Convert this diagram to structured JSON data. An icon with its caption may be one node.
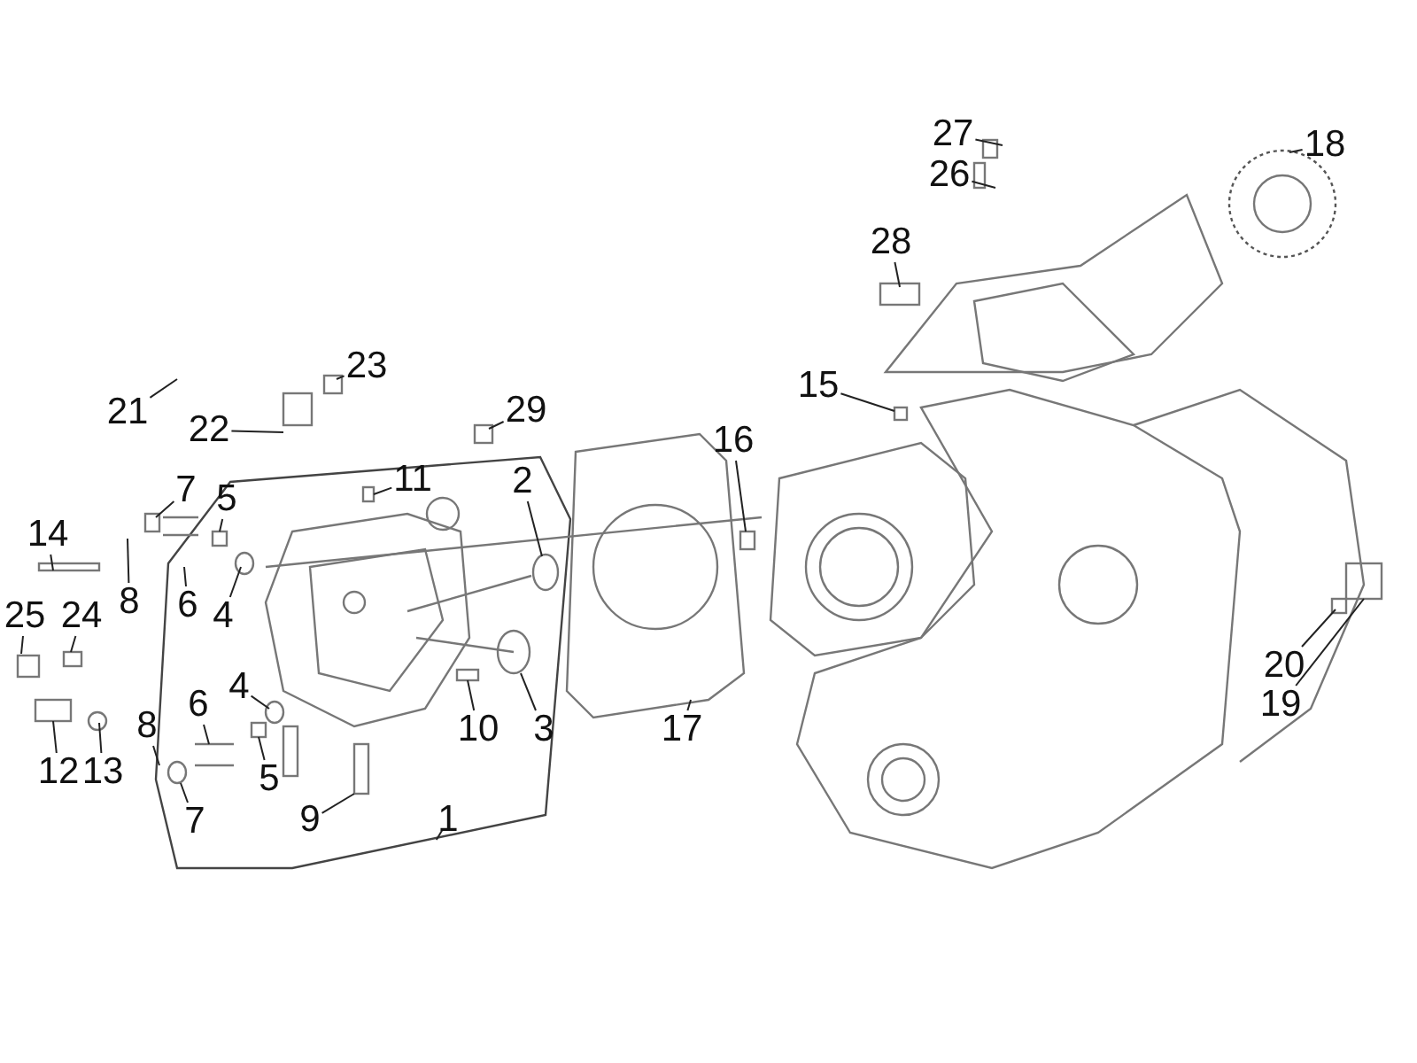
{
  "diagram": {
    "nodes": [
      {
        "text": [
          "27"
        ]
      },
      {
        "text": [
          "26"
        ]
      },
      {
        "text": [
          "18"
        ]
      },
      {
        "text": [
          "28"
        ]
      },
      {
        "text": [
          "21"
        ]
      },
      {
        "text": [
          "22"
        ]
      },
      {
        "text": [
          "23"
        ]
      },
      {
        "text": [
          "29"
        ]
      },
      {
        "text": [
          "11"
        ]
      },
      {
        "text": [
          "2"
        ]
      },
      {
        "text": [
          "7"
        ]
      },
      {
        "text": [
          "5"
        ]
      },
      {
        "text": [
          "14"
        ]
      },
      {
        "text": [
          "8"
        ]
      },
      {
        "text": [
          "6"
        ]
      },
      {
        "text": [
          "4"
        ]
      },
      {
        "text": [
          "16"
        ]
      },
      {
        "text": [
          "15"
        ]
      },
      {
        "text": [
          "25"
        ]
      },
      {
        "text": [
          "24"
        ]
      },
      {
        "text": [
          "20"
        ]
      },
      {
        "text": [
          "19"
        ]
      },
      {
        "text": [
          "3"
        ]
      },
      {
        "text": [
          "10"
        ]
      },
      {
        "text": [
          "17"
        ]
      },
      {
        "text": [
          "4"
        ]
      },
      {
        "text": [
          "6"
        ]
      },
      {
        "text": [
          "12"
        ]
      },
      {
        "text": [
          "13"
        ]
      },
      {
        "text": [
          "5"
        ]
      },
      {
        "text": [
          "8"
        ]
      },
      {
        "text": [
          "7"
        ]
      },
      {
        "text": [
          "9"
        ]
      },
      {
        "text": [
          "1"
        ]
      }
    ],
    "edges": [
      {
        "from": 0,
        "to": null,
        "arrow": "none"
      },
      {
        "from": 1,
        "to": null,
        "arrow": "none"
      },
      {
        "from": 2,
        "to": null,
        "arrow": "none"
      },
      {
        "from": 3,
        "to": null,
        "arrow": "none"
      },
      {
        "from": 4,
        "to": null,
        "arrow": "none"
      },
      {
        "from": 5,
        "to": null,
        "arrow": "none"
      },
      {
        "from": 6,
        "to": null,
        "arrow": "none"
      },
      {
        "from": 7,
        "to": null,
        "arrow": "none"
      },
      {
        "from": 8,
        "to": null,
        "arrow": "none"
      },
      {
        "from": 9,
        "to": null,
        "arrow": "none"
      },
      {
        "from": 10,
        "to": null,
        "arrow": "none"
      },
      {
        "from": 11,
        "to": null,
        "arrow": "none"
      },
      {
        "from": 12,
        "to": null,
        "arrow": "none"
      },
      {
        "from": 13,
        "to": null,
        "arrow": "none"
      },
      {
        "from": 14,
        "to": null,
        "arrow": "none"
      },
      {
        "from": 15,
        "to": null,
        "arrow": "none"
      },
      {
        "from": 16,
        "to": null,
        "arrow": "none"
      },
      {
        "from": 17,
        "to": null,
        "arrow": "none"
      },
      {
        "from": 18,
        "to": null,
        "arrow": "none"
      },
      {
        "from": 19,
        "to": null,
        "arrow": "none"
      },
      {
        "from": 20,
        "to": null,
        "arrow": "none"
      },
      {
        "from": 21,
        "to": null,
        "arrow": "none"
      },
      {
        "from": 22,
        "to": null,
        "arrow": "none"
      },
      {
        "from": 23,
        "to": null,
        "arrow": "none"
      },
      {
        "from": 24,
        "to": null,
        "arrow": "none"
      },
      {
        "from": 25,
        "to": null,
        "arrow": "none"
      },
      {
        "from": 26,
        "to": null,
        "arrow": "none"
      },
      {
        "from": 27,
        "to": null,
        "arrow": "none"
      },
      {
        "from": 28,
        "to": null,
        "arrow": "none"
      },
      {
        "from": 29,
        "to": null,
        "arrow": "none"
      },
      {
        "from": 30,
        "to": null,
        "arrow": "none"
      },
      {
        "from": 31,
        "to": null,
        "arrow": "none"
      },
      {
        "from": 32,
        "to": null,
        "arrow": "none"
      },
      {
        "from": 33,
        "to": null,
        "arrow": "none"
      }
    ]
  }
}
